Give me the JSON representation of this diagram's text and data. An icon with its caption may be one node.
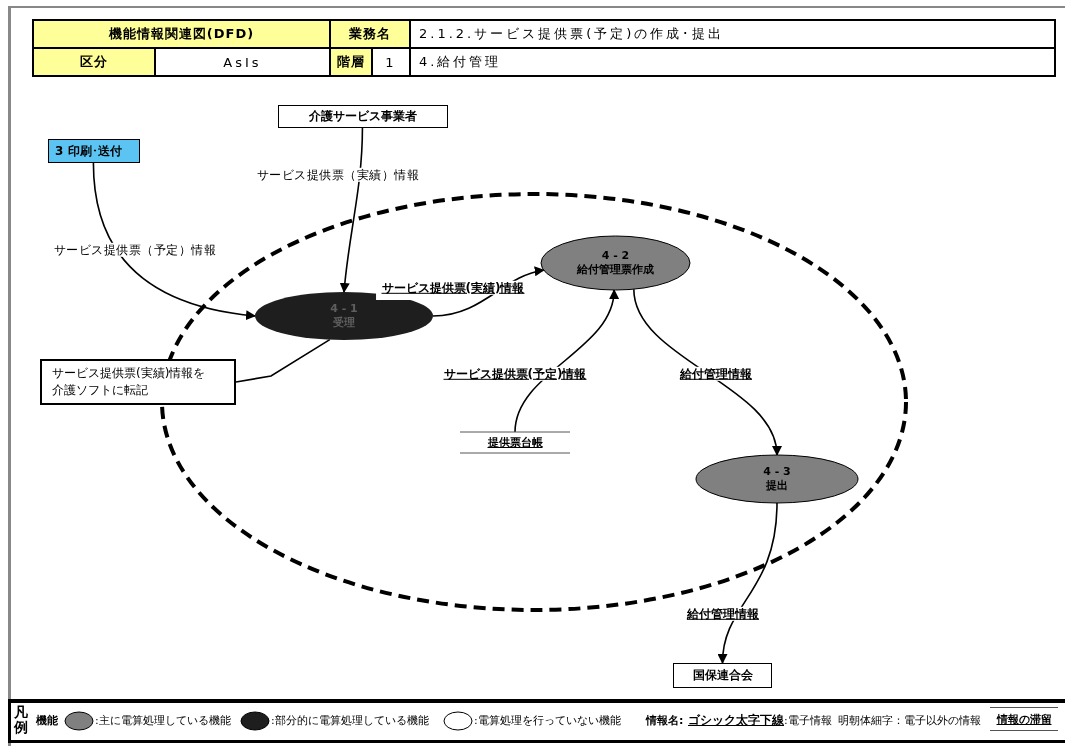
{
  "diagram": {
    "nodes": [
      {
        "text": [],
        "shape": "circle"
      },
      {
        "text": [
          "介護サービス事業者"
        ]
      },
      {
        "text": [
          "3 印刷･送付"
        ]
      },
      {
        "text": [
          "4 - 1",
          "受理"
        ],
        "in": 0
      },
      {
        "text": [
          "4 - 2",
          "給付管理票作成"
        ],
        "in": 0
      },
      {
        "text": [
          "サービス提供票(実績)情報を介護ソフトに転記"
        ]
      },
      {
        "text": [
          "提供票台帳"
        ],
        "in": 0
      },
      {
        "text": [
          "4 - 3",
          "提出"
        ],
        "in": 0
      },
      {
        "text": [
          "国保連合会"
        ]
      }
    ],
    "edges": [
      {
        "from": 2,
        "to": 3,
        "arrow": "to",
        "label": "サービス提供票（予定）情報"
      },
      {
        "from": 1,
        "to": 3,
        "arrow": "to",
        "label": "サービス提供票（実績）情報"
      },
      {
        "from": 3,
        "to": 4,
        "arrow": "to",
        "label": "サービス提供票(実績)情報"
      },
      {
        "from": 6,
        "to": 4,
        "arrow": "to",
        "label": "サービス提供票(予定)情報"
      },
      {
        "from": 4,
        "to": 7,
        "arrow": "to",
        "label": "給付管理情報"
      },
      {
        "from": 7,
        "to": 8,
        "arrow": "to",
        "label": "給付管理情報"
      },
      {
        "from": 5,
        "to": 3,
        "arrow": "none"
      }
    ],
    "labels": [
      "機能情報関連図(DFD)",
      "業務名",
      "2.1.2.サービス提供票(予定)の作成･提出",
      "区分",
      "AsIs",
      "階層",
      "1",
      "4.給付管理",
      "凡例",
      "機能",
      "情報名:",
      "ゴシック太字下線",
      ":電子情報",
      "明朝体細字：電子以外の情報"
    ],
    "legend": [
      {
        "text": ":主に電算処理している機能",
        "color": "#808080"
      },
      {
        "text": ":部分的に電算処理している機能",
        "color": "#1e1e1e"
      },
      {
        "text": ":電算処理を行っていない機能",
        "color": "#ffffff"
      },
      {
        "text": "情報の滞留"
      }
    ]
  }
}
